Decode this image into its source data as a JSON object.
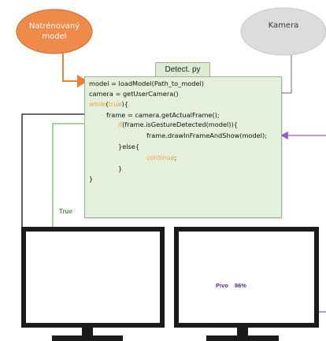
{
  "nodes": {
    "model": {
      "line1": "Natrénovaný",
      "line2": "model",
      "color": "#ee8a4a"
    },
    "camera": {
      "label": "Kamera",
      "color": "#d9d9d9"
    }
  },
  "code": {
    "filename": "Detect. py",
    "lines": [
      {
        "pre": "model = loadModel(Path_to_model)"
      },
      {
        "pre": "camera = getUserCamera()"
      },
      {
        "kw": "while",
        "pre": "(",
        "kw2": "true",
        "post": "){"
      },
      {
        "pre": "frame = camera.getActualFrame();"
      },
      {
        "kw": "if",
        "pre": "(frame.isGestureDetected(model)){"
      },
      {
        "pre": "frame.drawInFrameAndShow(model);"
      },
      {
        "pre": "}else{"
      },
      {
        "kw": "continue",
        "post": ";"
      },
      {
        "pre": "}"
      },
      {
        "pre": "}"
      }
    ]
  },
  "flow": {
    "true_label": "True"
  },
  "detection": {
    "label": "Pivo",
    "confidence": "86%",
    "box_color": "#9b59d0"
  },
  "colors": {
    "orange_arrow": "#e8823a",
    "gray_arrow": "#888888",
    "green_arrow": "#7ab86a",
    "purple_arrow": "#9b59d0",
    "black_arrow": "#111111"
  }
}
